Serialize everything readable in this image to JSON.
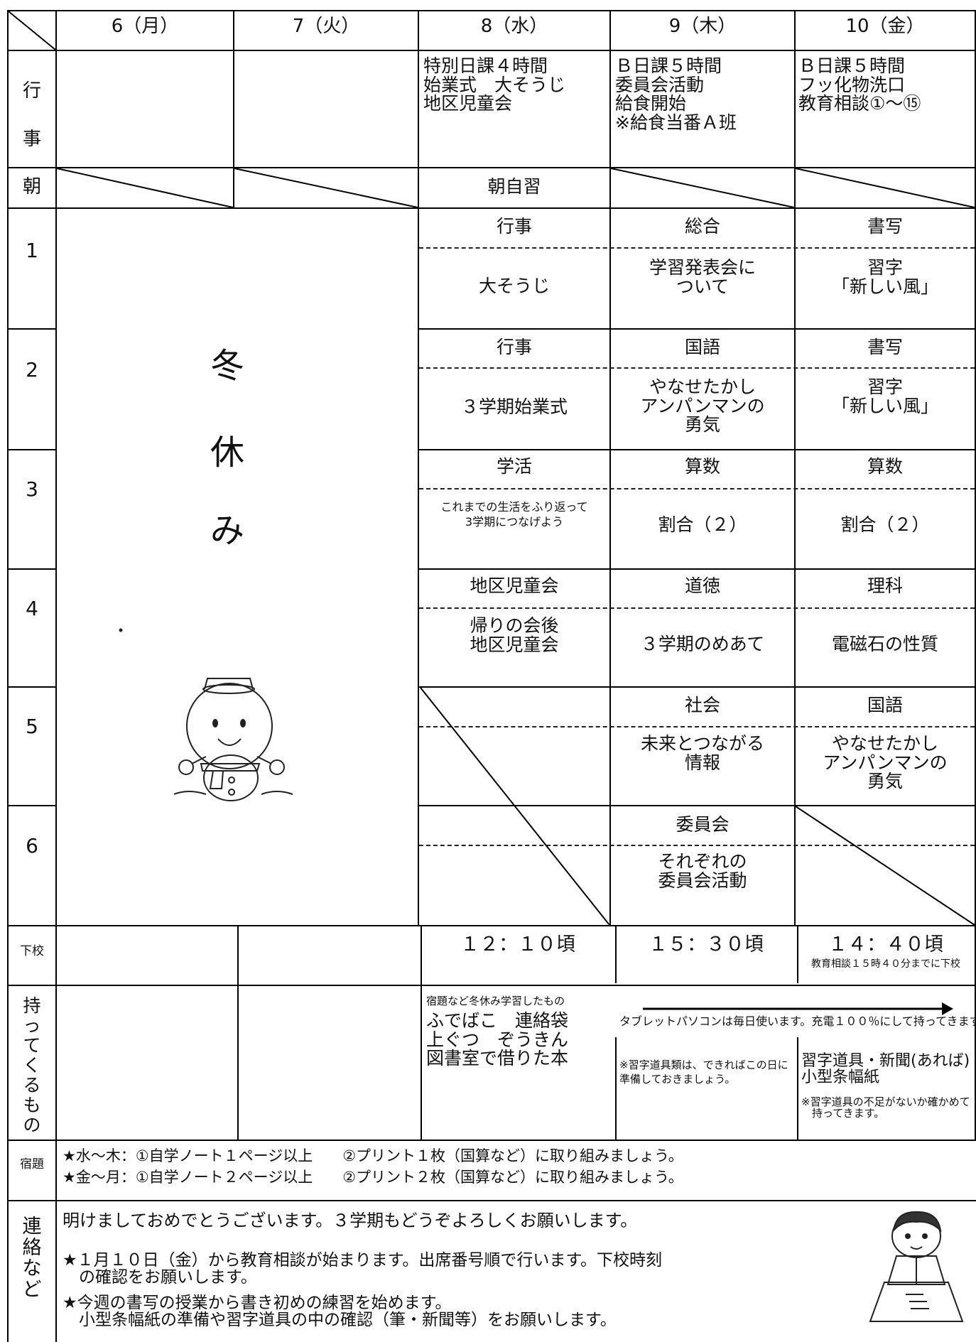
{
  "days": [
    "6（月）",
    "7（火）",
    "8（水）",
    "9（木）",
    "10（金）"
  ],
  "row_labels": {
    "events": "行\n\n事",
    "morning": "朝",
    "p1": "1",
    "p2": "2",
    "p3": "3",
    "p4": "4",
    "p5": "5",
    "p6": "6",
    "dismissal": "下校",
    "bring": "持\nっ\nて\nく\nる\nも\nの",
    "homework": "宿題",
    "notes": "連\n絡\nな\nど"
  },
  "events": {
    "wed": "特別日課４時間\n始業式　大そうじ\n地区児童会",
    "thu": "Ｂ日課５時間\n委員会活動\n給食開始\n※給食当番Ａ班",
    "fri": "Ｂ日課５時間\nフッ化物洗口\n教育相談①〜⑮"
  },
  "morning": {
    "wed": "朝自習"
  },
  "holiday": {
    "c1": "冬",
    "c2": "休",
    "c3": "み"
  },
  "periods": {
    "p1": {
      "wed_subject": "行事",
      "wed_content": "大そうじ",
      "thu_subject": "総合",
      "thu_content": "学習発表会に\nついて",
      "fri_subject": "書写",
      "fri_content": "習字\n「新しい風」"
    },
    "p2": {
      "wed_subject": "行事",
      "wed_content": "３学期始業式",
      "thu_subject": "国語",
      "thu_content": "やなせたかし\nアンパンマンの\n勇気",
      "fri_subject": "書写",
      "fri_content": "習字\n「新しい風」"
    },
    "p3": {
      "wed_subject": "学活",
      "wed_content": "これまでの生活をふり返って\n3学期につなげよう",
      "thu_subject": "算数",
      "thu_content": "割合（２）",
      "fri_subject": "算数",
      "fri_content": "割合（２）"
    },
    "p4": {
      "wed_subject": "地区児童会",
      "wed_content": "帰りの会後\n地区児童会",
      "thu_subject": "道徳",
      "thu_content": "３学期のめあて",
      "fri_subject": "理科",
      "fri_content": "電磁石の性質"
    },
    "p5": {
      "thu_subject": "社会",
      "thu_content": "未来とつながる\n情報",
      "fri_subject": "国語",
      "fri_content": "やなせたかし\nアンパンマンの\n勇気"
    },
    "p6": {
      "thu_subject": "委員会",
      "thu_content": "それぞれの\n委員会活動"
    }
  },
  "dismissal": {
    "wed": "１２：１０頃",
    "thu": "１５：３０頃",
    "fri": "１４：４０頃",
    "fri_note": "教育相談１５時４０分までに下校"
  },
  "bring": {
    "wed_small": "宿題など冬休み学習したもの",
    "wed_main": "ふでばこ　連絡袋\n上ぐつ　ぞうきん\n図書室で借りた本",
    "tablet_note": "タブレットパソコンは毎日使います。充電１００％にして持ってきます。",
    "thu_note": "※習字道具類は、できればこの日に\n準備しておきましょう。",
    "fri_main": "習字道具・新聞(あれば)\n小型条幅紙",
    "fri_note": "※習字道具の不足がないか確かめて\n　持ってきます。"
  },
  "homework": {
    "line1": "★水〜木：①自学ノート１ページ以上　　②プリント１枚（国算など）に取り組みましょう。",
    "line2": "★金〜月：①自学ノート２ページ以上　　②プリント２枚（国算など）に取り組みましょう。"
  },
  "notes": {
    "line1": "明けましておめでとうございます。３学期もどうぞよろしくお願いします。",
    "line2": "★１月１０日（金）から教育相談が始まります。出席番号順で行います。下校時刻\n　の確認をお願いします。",
    "line3": "★今週の書写の授業から書き初めの練習を始めます。\n　小型条幅紙の準備や習字道具の中の確認（筆・新聞等）をお願いします。"
  },
  "icons": {
    "snowman": "snowman-illustration",
    "calligraphy": "calligraphy-child-illustration"
  }
}
